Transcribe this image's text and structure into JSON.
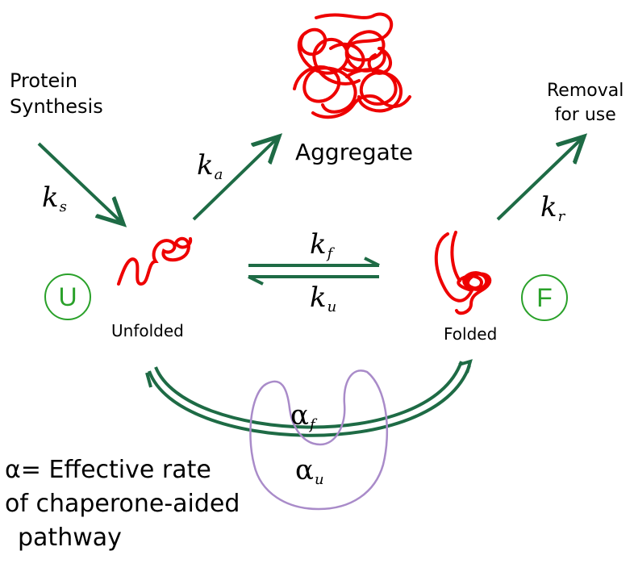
{
  "labels": {
    "protein_synthesis_line1": "Protein",
    "protein_synthesis_line2": "Synthesis",
    "aggregate": "Aggregate",
    "removal_line1": "Removal",
    "removal_line2": "for use",
    "unfolded": "Unfolded",
    "folded": "Folded",
    "state_u": "U",
    "state_f": "F"
  },
  "rates": {
    "ks": {
      "k": "k",
      "sub": "s"
    },
    "ka": {
      "k": "k",
      "sub": "a"
    },
    "kr": {
      "k": "k",
      "sub": "r"
    },
    "kf": {
      "k": "k",
      "sub": "f"
    },
    "ku": {
      "k": "k",
      "sub": "u"
    },
    "alpha_f": {
      "a": "α",
      "sub": "f"
    },
    "alpha_u": {
      "a": "α",
      "sub": "u"
    }
  },
  "legend": {
    "line1": "α= Effective rate",
    "line2": "of chaperone-aided",
    "line3": "pathway"
  },
  "colors": {
    "arrow": "#1e6b45",
    "protein": "#ee0000",
    "state_circle": "#2aa12a",
    "chaperone": "#a98bc9"
  }
}
